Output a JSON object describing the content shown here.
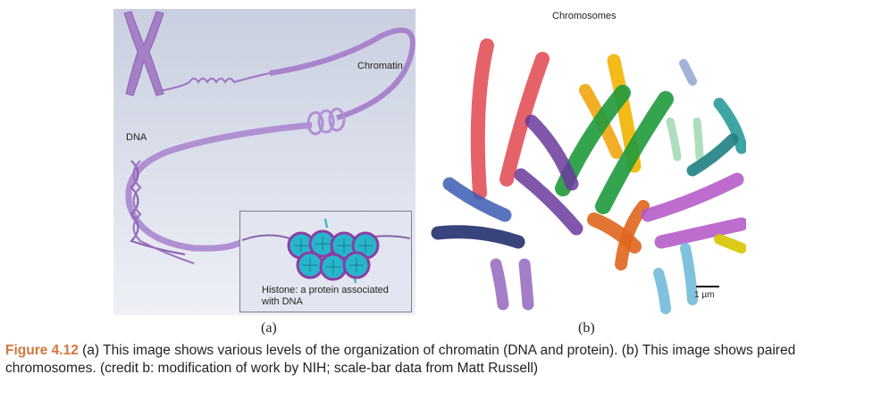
{
  "panel_a": {
    "label_chromatin": "Chromatin",
    "label_dna": "DNA",
    "inset_line1": "Histone: a protein associated",
    "inset_line2": "with DNA",
    "sublabel": "(a)"
  },
  "panel_b": {
    "title": "Chromosomes",
    "scale_bar_label": "1 µm",
    "sublabel": "(b)"
  },
  "caption": {
    "figure_label": "Figure 4.12",
    "text": " (a) This image shows various levels of the organization of chromatin (DNA and protein). (b) This image shows paired chromosomes. (credit b: modification of work by NIH; scale-bar data from Matt Russell)"
  }
}
